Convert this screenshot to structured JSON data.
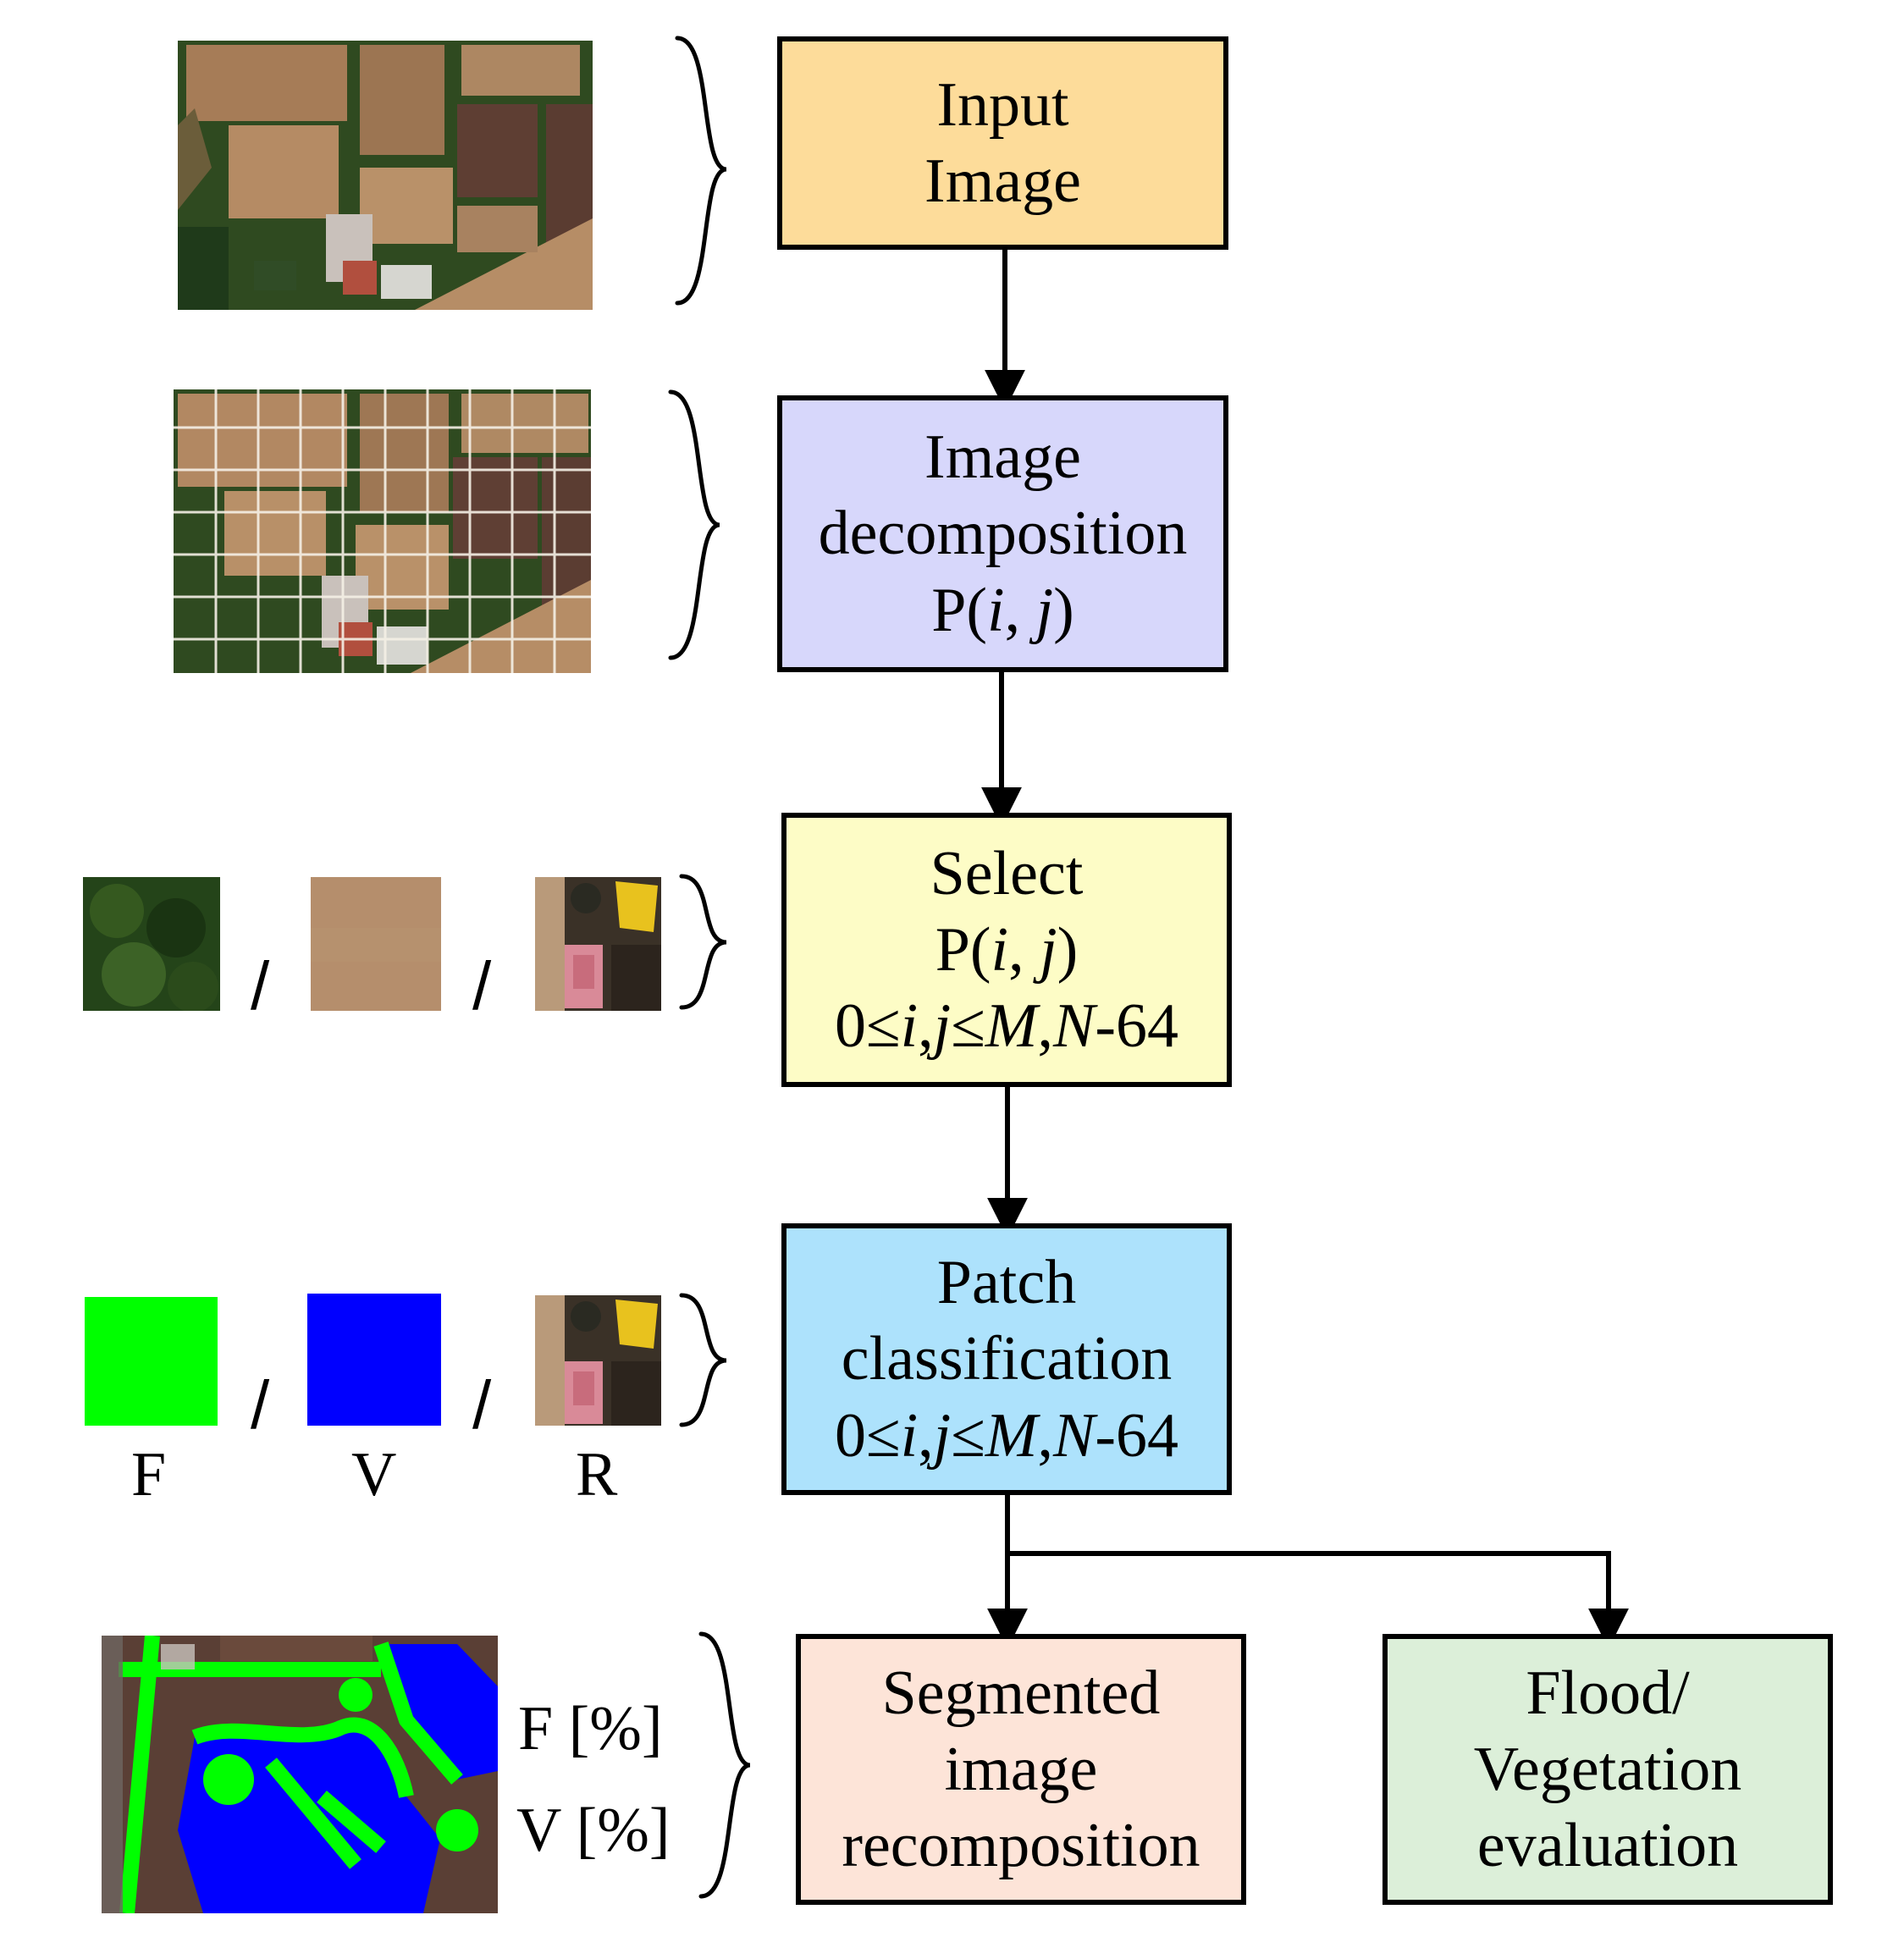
{
  "boxes": {
    "input_image": {
      "lines": [
        "Input",
        "Image"
      ],
      "color": "#fddc9a"
    },
    "image_decomposition": {
      "lines": [
        "Image",
        "decomposition",
        "P(<i>i</i>, <i>j</i>)"
      ],
      "color": "#d7d7fb"
    },
    "select": {
      "lines": [
        "Select",
        "P(<i>i</i>, <i>j</i>)",
        "0≤<i>i</i>,<i>j</i>≤<i>M</i>,<i>N</i>-64"
      ],
      "color": "#fdfcc6"
    },
    "patch_classification": {
      "lines": [
        "Patch",
        "classification",
        "0≤<i>i</i>,<i>j</i>≤<i>M</i>,<i>N</i>-64"
      ],
      "color": "#ade2fc"
    },
    "segmented_recomposition": {
      "lines": [
        "Segmented",
        "image",
        "recomposition"
      ],
      "color": "#fde4d8"
    },
    "flood_vegetation_evaluation": {
      "lines": [
        "Flood/",
        "Vegetation",
        "evaluation"
      ],
      "color": "#dcefd9"
    }
  },
  "separators": {
    "slash": "/"
  },
  "class_labels": {
    "flood": "F",
    "vegetation": "V",
    "residual": "R"
  },
  "percent_labels": {
    "flood": "F [%]",
    "vegetation": "V [%]"
  },
  "colors": {
    "flood_class": "#00ff00",
    "vegetation_class": "#0000ff",
    "line": "#000000"
  }
}
